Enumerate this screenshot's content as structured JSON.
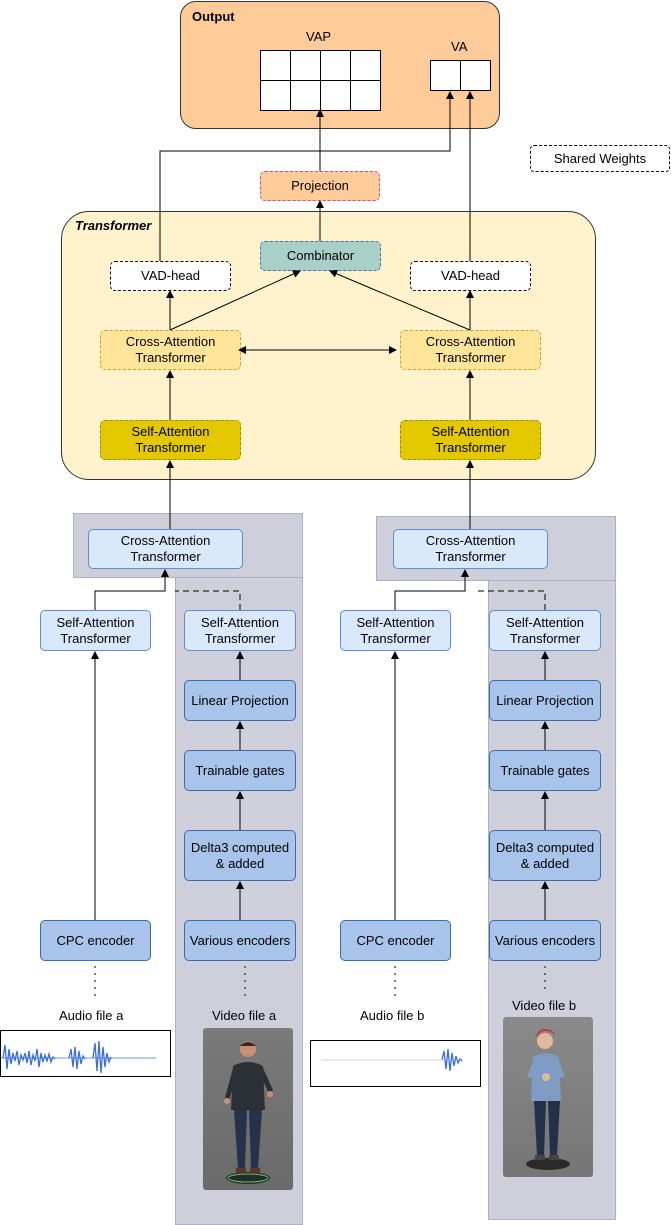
{
  "output": {
    "title": "Output",
    "vap_label": "VAP",
    "va_label": "VA"
  },
  "legend": {
    "shared_weights": "Shared Weights"
  },
  "projection_label": "Projection",
  "transformer": {
    "title": "Transformer",
    "combinator": "Combinator",
    "vad_head_left": "VAD-head",
    "vad_head_right": "VAD-head",
    "cross_attention_left": "Cross-Attention Transformer",
    "cross_attention_right": "Cross-Attention Transformer",
    "self_attention_left": "Self-Attention Transformer",
    "self_attention_right": "Self-Attention Transformer"
  },
  "left_branch": {
    "cross_attention": "Cross-Attention Transformer",
    "audio_self_attention": "Self-Attention Transformer",
    "audio_encoder": "CPC encoder",
    "audio_file": "Audio file a",
    "video_self_attention": "Self-Attention Transformer",
    "linear_projection": "Linear Projection",
    "trainable_gates": "Trainable gates",
    "delta3": "Delta3 computed & added",
    "various_encoders": "Various encoders",
    "video_file": "Video file a"
  },
  "right_branch": {
    "cross_attention": "Cross-Attention Transformer",
    "audio_self_attention": "Self-Attention Transformer",
    "audio_encoder": "CPC encoder",
    "audio_file": "Audio file b",
    "video_self_attention": "Self-Attention Transformer",
    "linear_projection": "Linear Projection",
    "trainable_gates": "Trainable gates",
    "delta3": "Delta3 computed & added",
    "various_encoders": "Various encoders",
    "video_file": "Video file b"
  },
  "colors": {
    "output_bg": "#ffcc99",
    "transformer_bg": "#fff2cc",
    "panel_bg": "#cfcfdc",
    "encoder_blue": "#a9c4eb",
    "light_blue": "#dae8fc",
    "combinator": "#a8d0c8",
    "projection": "#f8cecc",
    "waveform": "#3a6fd8"
  }
}
